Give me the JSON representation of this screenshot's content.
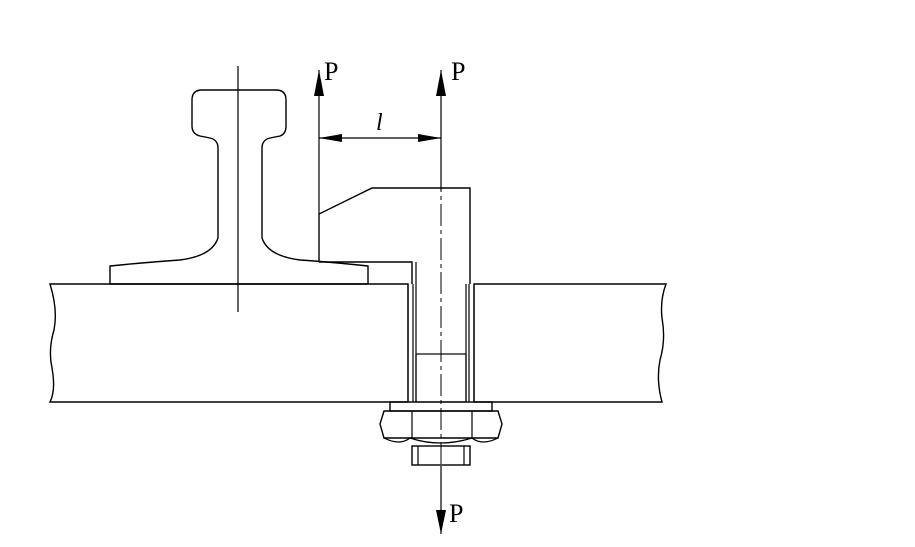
{
  "labels": {
    "force_top_left": "P",
    "force_top_right": "P",
    "force_bottom": "P",
    "dimension": "l"
  }
}
